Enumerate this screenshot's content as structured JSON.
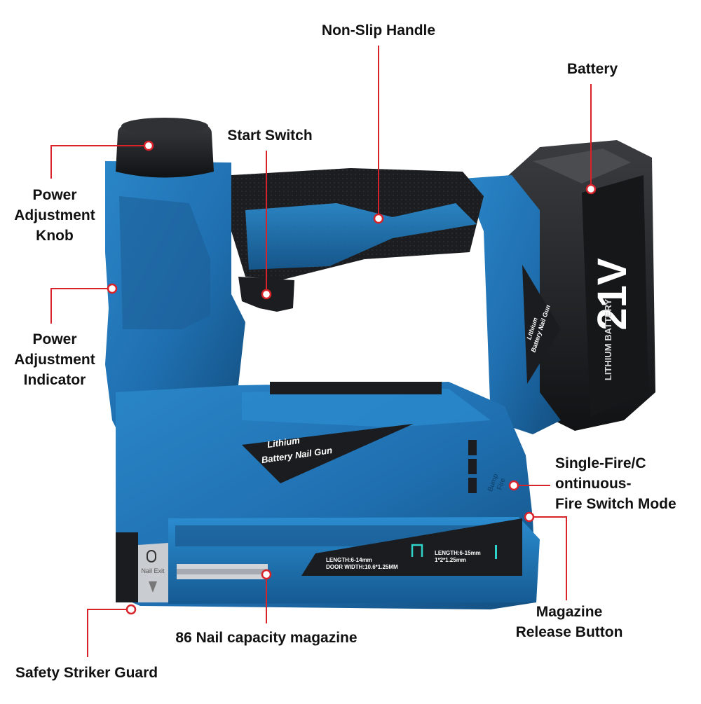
{
  "callouts": {
    "non_slip_handle": "Non-Slip Handle",
    "battery": "Battery",
    "start_switch": "Start Switch",
    "power_knob": [
      "Power",
      "Adjustment",
      "Knob"
    ],
    "power_indicator": [
      "Power",
      "Adjustment",
      "Indicator"
    ],
    "fire_mode": [
      "Single-Fire/C",
      "ontinuous-",
      "Fire Switch Mode"
    ],
    "magazine_release": [
      "Magazine",
      "Release Button"
    ],
    "nail_capacity": "86 Nail capacity magazine",
    "safety_guard": "Safety Striker Guard"
  },
  "product_print": {
    "side_badge": [
      "Lithium",
      "Battery Nail Gun"
    ],
    "handle_badge": [
      "Lithium",
      "Battery Nail Gun"
    ],
    "battery_voltage": "21V",
    "battery_text": "LITHIUM BATTERY",
    "spec_left": [
      "LENGTH:6-14mm",
      "DOOR WIDTH:10.6*1.25MM"
    ],
    "spec_right": [
      "LENGTH:6-15mm",
      "1*2*1.25mm"
    ],
    "mode_text": [
      "Bump",
      "Fire"
    ],
    "nail_exit": "Nail Exit"
  },
  "colors": {
    "accent": "#d8232a",
    "body_blue": "#1f6fb0",
    "body_blue_dark": "#15507f",
    "grip_black": "#1c1d20"
  }
}
